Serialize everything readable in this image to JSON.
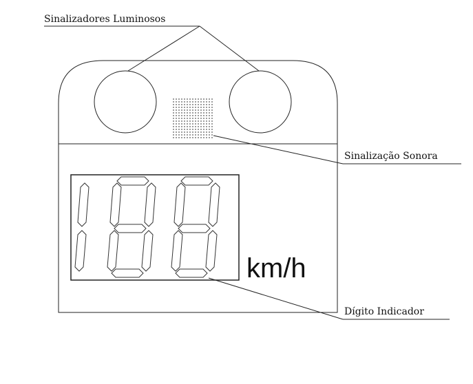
{
  "labels": {
    "luminous": "Sinalizadores Luminosos",
    "sound": "Sinalização Sonora",
    "digit": "Dígito Indicador",
    "unit": "km/h"
  },
  "display": {
    "digit_count": 3
  },
  "colors": {
    "line": "#222222",
    "background": "#ffffff"
  }
}
